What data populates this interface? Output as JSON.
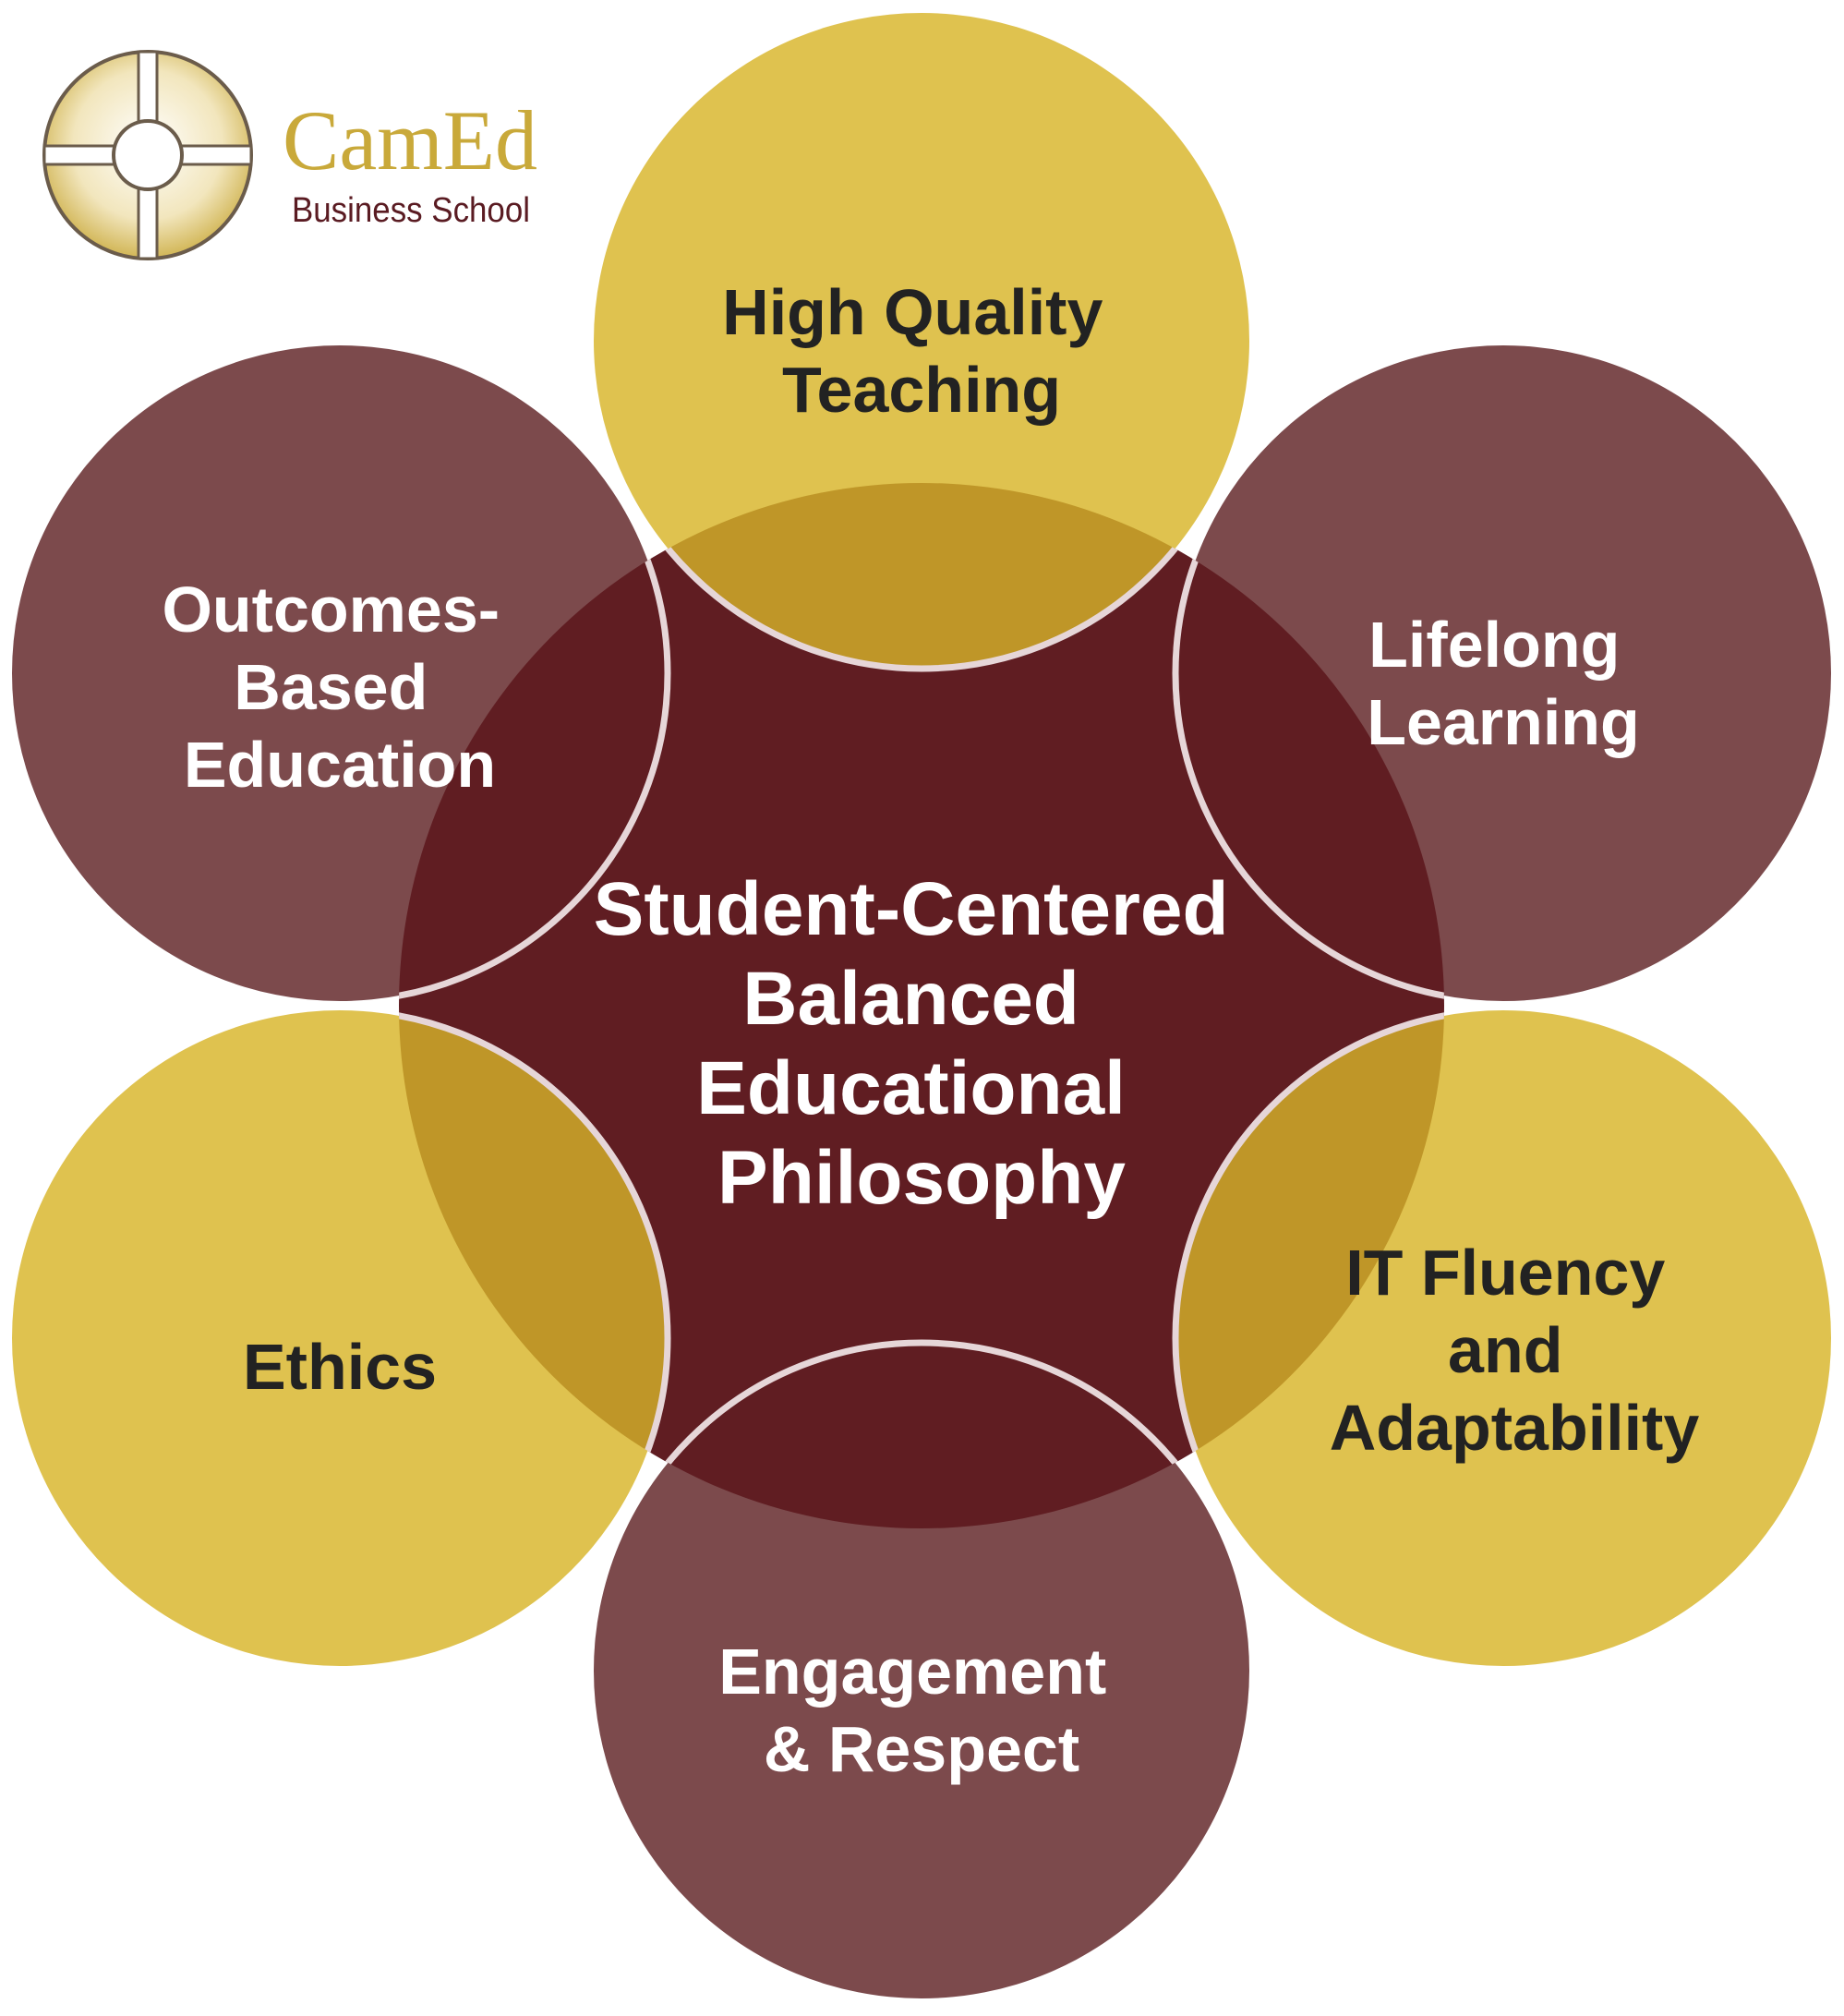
{
  "logo": {
    "name": "CamEd",
    "subtitle": "Business School",
    "icon": "cross-circle-emblem"
  },
  "center": {
    "lines": [
      "Student-Centered",
      "Balanced",
      "Educational",
      "Philosophy"
    ]
  },
  "petals": [
    {
      "lines": [
        "High Quality",
        "Teaching"
      ]
    },
    {
      "lines": [
        "Lifelong",
        "Learning"
      ]
    },
    {
      "lines": [
        "IT Fluency",
        "and",
        "Adaptability"
      ]
    },
    {
      "lines": [
        "Engagement",
        "& Respect"
      ]
    },
    {
      "lines": [
        "Ethics"
      ]
    },
    {
      "lines": [
        "Outcomes-",
        "Based",
        "Education"
      ]
    }
  ],
  "colors": {
    "gold": "#DFC24F",
    "maroon": "#7C4A4C",
    "center": "#601D22",
    "overlap": "#BF9628",
    "outline": "#E6D6D8",
    "dark_text": "#222222",
    "light_text": "#FFFFFF",
    "logo_gold": "#C9A93A",
    "logo_maroon": "#5A1B22"
  }
}
